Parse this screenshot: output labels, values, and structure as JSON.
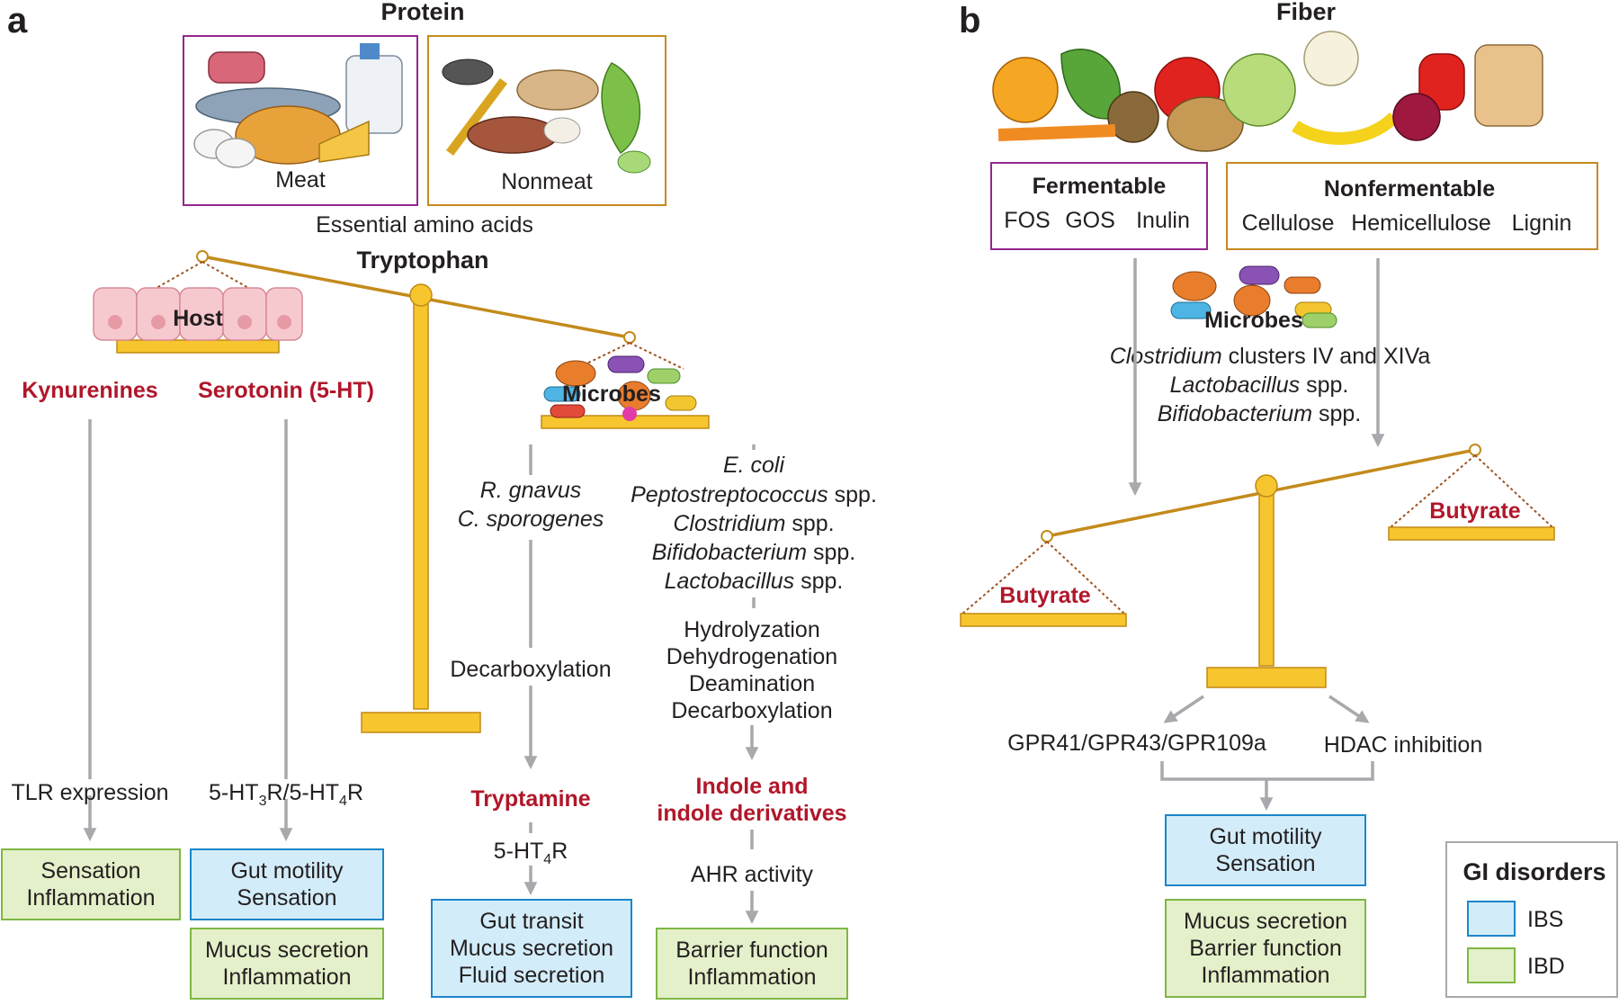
{
  "panel_a": {
    "letter": "a",
    "title": "Protein",
    "source_meat": "Meat",
    "source_nonmeat": "Nonmeat",
    "essential": "Essential amino acids",
    "tryptophan": "Tryptophan",
    "host_label": "Host",
    "microbes_label": "Microbes",
    "kynurenines": "Kynurenines",
    "serotonin": "Serotonin (5-HT)",
    "tlr": "TLR expression",
    "receptor_5ht3": "5-HT",
    "receptor_5ht3_sub": "3",
    "receptor_r_slash": "R/5-HT",
    "receptor_5ht4_sub": "4",
    "receptor_r": "R",
    "box_kyn": [
      "Sensation",
      "Inflammation"
    ],
    "box_sero_ibs": [
      "Gut motility",
      "Sensation"
    ],
    "box_sero_ibd": [
      "Mucus secretion",
      "Inflammation"
    ],
    "bacteria_1a": "R. gnavus",
    "bacteria_1b": "C. sporogenes",
    "decarboxylation": "Decarboxylation",
    "tryptamine": "Tryptamine",
    "trypt_receptor": "5-HT",
    "trypt_receptor_sub": "4",
    "trypt_receptor_r": "R",
    "box_tryptamine": [
      "Gut transit",
      "Mucus secretion",
      "Fluid secretion"
    ],
    "bact2": [
      {
        "italic": "E. coli",
        "plain": ""
      },
      {
        "italic": "Peptostreptococcus",
        "plain": " spp."
      },
      {
        "italic": "Clostridium",
        "plain": " spp."
      },
      {
        "italic": "Bifidobacterium",
        "plain": " spp."
      },
      {
        "italic": "Lactobacillus",
        "plain": " spp."
      }
    ],
    "processes": [
      "Hydrolyzation",
      "Dehydrogenation",
      "Deamination",
      "Decarboxylation"
    ],
    "indole": [
      "Indole and",
      "indole derivatives"
    ],
    "ahr": "AHR activity",
    "box_indole": [
      "Barrier function",
      "Inflammation"
    ]
  },
  "panel_b": {
    "letter": "b",
    "title": "Fiber",
    "fermentable": "Fermentable",
    "fermentable_items": [
      "FOS",
      "GOS",
      "Inulin"
    ],
    "nonfermentable": "Nonfermentable",
    "nonfermentable_items": [
      "Cellulose",
      "Hemicellulose",
      "Lignin"
    ],
    "microbes_label": "Microbes",
    "bacteria": [
      {
        "italic": "Clostridium",
        "plain": " clusters IV and XIVa"
      },
      {
        "italic": "Lactobacillus",
        "plain": " spp."
      },
      {
        "italic": "Bifidobacterium",
        "plain": " spp."
      }
    ],
    "butyrate_left": "Butyrate",
    "butyrate_right": "Butyrate",
    "gpr": "GPR41/GPR43/GPR109a",
    "hdac": "HDAC inhibition",
    "box_ibs": [
      "Gut motility",
      "Sensation"
    ],
    "box_ibd": [
      "Mucus secretion",
      "Barrier function",
      "Inflammation"
    ]
  },
  "legend": {
    "title": "GI disorders",
    "ibs": "IBS",
    "ibd": "IBD",
    "ibs_color": "#d3ecf9",
    "ibd_color": "#e3f0c9"
  },
  "colors": {
    "accent_red": "#b0172a",
    "gold": "#f7c62f",
    "meat_border": "#93278f",
    "nonmeat_border": "#c68a1f"
  }
}
